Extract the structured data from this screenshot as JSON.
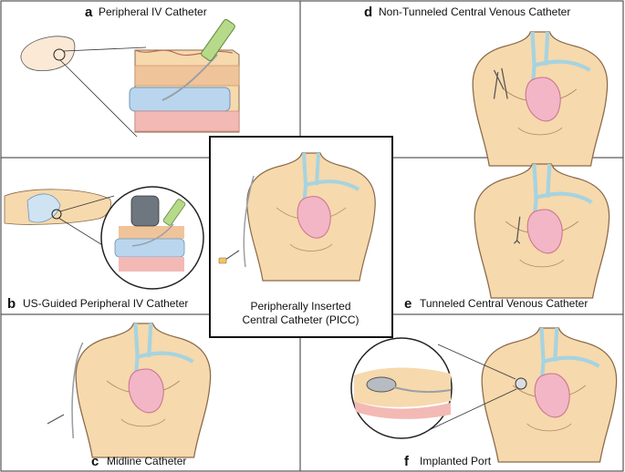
{
  "panels": {
    "a": {
      "letter": "a",
      "label": "Peripheral IV Catheter"
    },
    "b": {
      "letter": "b",
      "label": "US-Guided Peripheral IV Catheter"
    },
    "c": {
      "letter": "c",
      "label": "Midline Catheter"
    },
    "d": {
      "letter": "d",
      "label": "Non-Tunneled Central Venous Catheter"
    },
    "e": {
      "letter": "e",
      "label": "Tunneled Central Venous Catheter"
    },
    "f": {
      "letter": "f",
      "label": "Implanted Port"
    },
    "center": {
      "line1": "Peripherally Inserted",
      "line2": "Central Catheter (PICC)"
    }
  },
  "colors": {
    "skin": "#f6d9ad",
    "skin_outline": "#8a6a4a",
    "vein": "#a6d3e0",
    "vessel_blue": "#b9d6ee",
    "heart": "#f2b6c6",
    "tissue_pink": "#f3b9b5",
    "syringe_green": "#b7d98a",
    "catheter_gray": "#9aa0a6",
    "border": "#333333"
  }
}
